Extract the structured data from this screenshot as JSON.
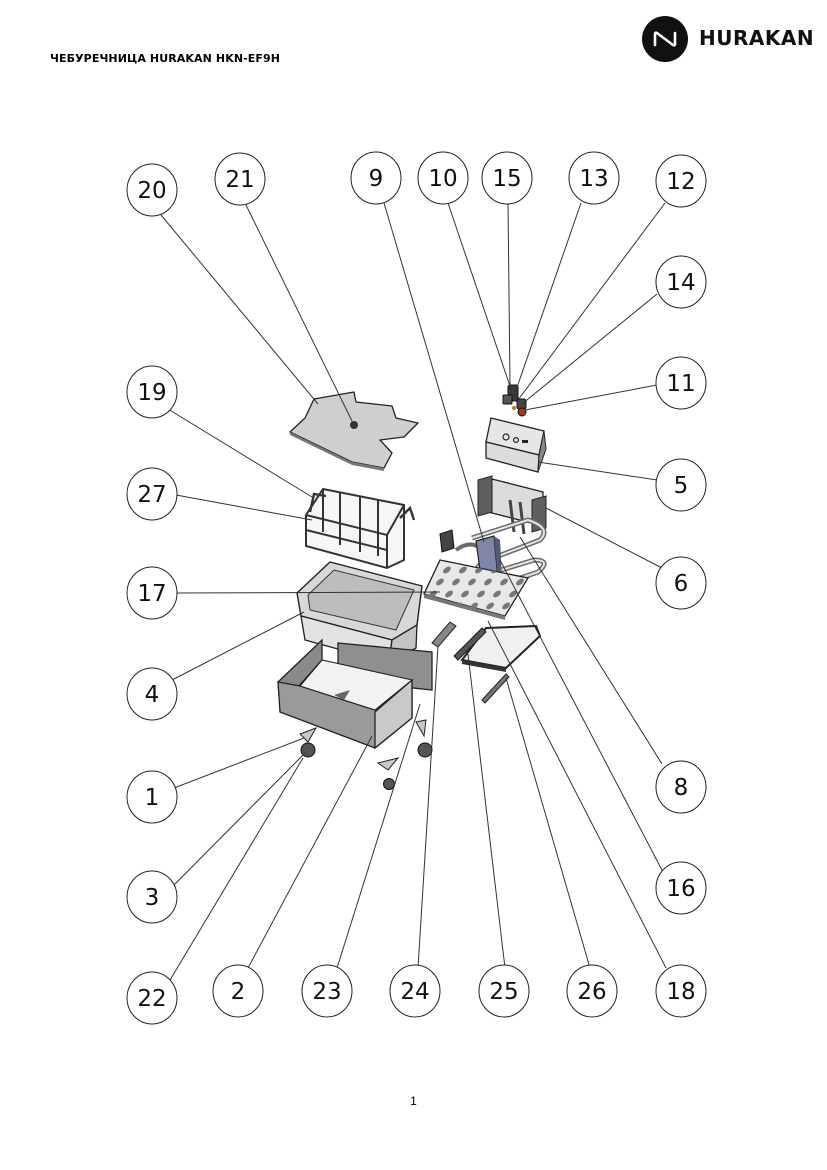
{
  "header": {
    "title": "ЧЕБУРЕЧНИЦА HURAKAN HKN-EF9H",
    "brand": "HURAKAN"
  },
  "callouts": [
    "20",
    "21",
    "9",
    "10",
    "15",
    "13",
    "12",
    "14",
    "11",
    "5",
    "6",
    "8",
    "16",
    "18",
    "19",
    "27",
    "17",
    "4",
    "1",
    "3",
    "22",
    "2",
    "23",
    "24",
    "25",
    "26"
  ],
  "footer": {
    "page_number": "1"
  },
  "colors": {
    "ink": "#111111",
    "part_fill": "#e9e9e9",
    "panel_fill": "#8f8f8f",
    "accent_part": "#7f86a8"
  }
}
